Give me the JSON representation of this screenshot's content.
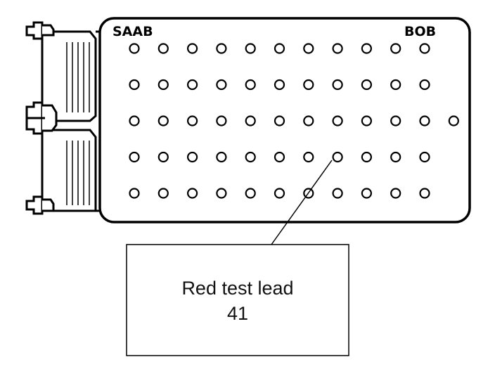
{
  "diagram": {
    "brand_label": "SAAB",
    "board_label": "BOB",
    "pin_grid": {
      "rows": [
        11,
        11,
        12,
        11,
        11
      ],
      "highlighted_pin": {
        "row": 4,
        "col": 8
      }
    },
    "connectors": [
      "upper-connector",
      "middle-connector",
      "lower-connector"
    ],
    "callout": {
      "line1": "Red test lead",
      "line2": "41"
    }
  }
}
